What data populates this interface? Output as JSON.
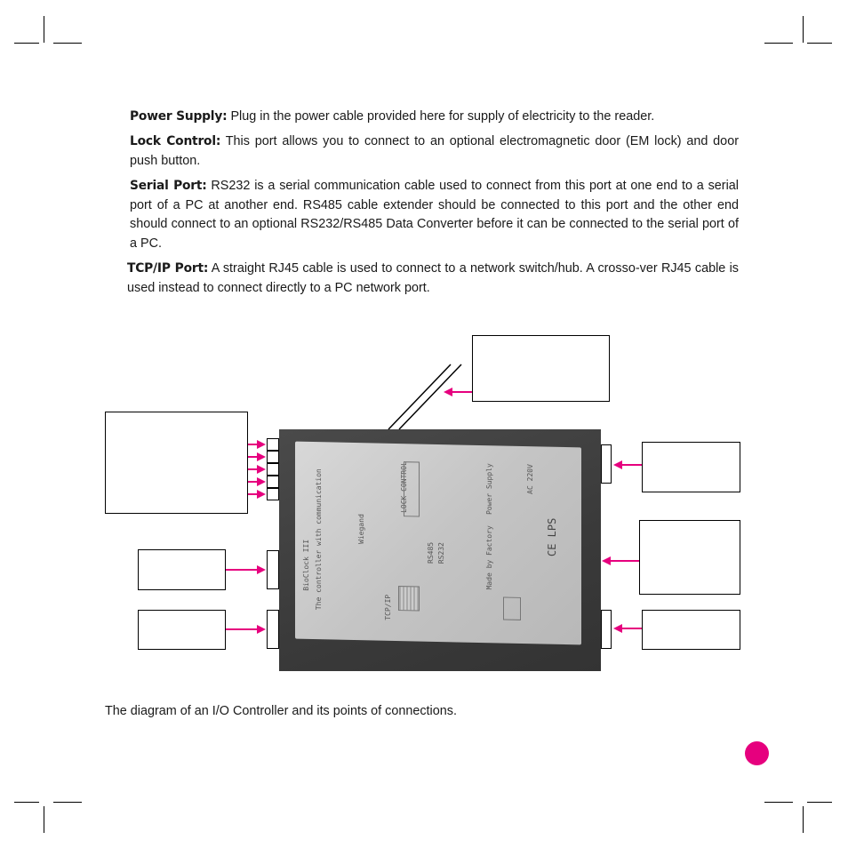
{
  "sections": [
    {
      "term": "Power Supply:",
      "text": " Plug in the power cable provided here for supply of electricity to the reader."
    },
    {
      "term": "Lock Control:",
      "text": " This port allows you to connect to an optional electromagnetic door  (EM lock) and door push button."
    },
    {
      "term": "Serial Port:",
      "text": " RS232 is a serial communication cable used to connect from this port at one end to a serial port of a PC at another end. RS485 cable extender should be connected to this port and the other end should connect to an optional RS232/RS485 Data Converter before it can be connected to the serial port of a PC."
    },
    {
      "term": "TCP/IP Port:",
      "text": " A straight RJ45 cable is used to connect to a network switch/hub. A crosso-ver RJ45 cable is used instead to connect directly to a PC network port."
    }
  ],
  "caption": "The diagram of an I/O Controller and its points of connections.",
  "device_label": {
    "line1": "BioClock III",
    "line2": "The controller with communication",
    "line3": "LOCK CONTROL",
    "line4": "Power Supply",
    "line5": "AC 220V",
    "line6": "Wiegand",
    "line7": "RS485",
    "line8": "RS232",
    "line9": "TCP/IP",
    "line10": "Made by Factory",
    "line11": "CE LPS"
  },
  "colors": {
    "accent": "#e6007e"
  }
}
